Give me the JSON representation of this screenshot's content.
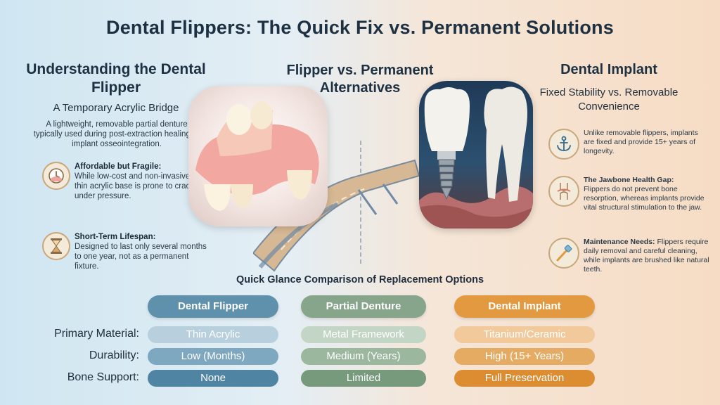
{
  "title": "Dental Flippers: The Quick Fix vs. Permanent Solutions",
  "left": {
    "heading": "Understanding the Dental Flipper",
    "subheading": "A Temporary Acrylic Bridge",
    "description": "A lightweight, removable partial denture typically used during post-extraction healing or implant osseointegration.",
    "features": [
      {
        "icon": "clock-icon",
        "title": "Affordable but Fragile:",
        "text": "While low-cost and non-invasive, the thin acrylic base is prone to cracking under pressure."
      },
      {
        "icon": "hourglass-icon",
        "title": "Short-Term Lifespan:",
        "text": "Designed to last only several months to one year, not as a permanent fixture."
      }
    ]
  },
  "center": {
    "heading": "Flipper vs. Permanent Alternatives"
  },
  "right": {
    "heading": "Dental Implant",
    "subheading": "Fixed Stability vs. Removable Convenience",
    "features": [
      {
        "icon": "anchor-icon",
        "title": "",
        "text": "Unlike removable flippers, implants are fixed and provide 15+ years of longevity."
      },
      {
        "icon": "bone-joint-icon",
        "title": "The Jawbone Health Gap:",
        "text": "Flippers do not prevent bone resorption, whereas implants provide vital structural stimulation to the jaw."
      },
      {
        "icon": "toothbrush-icon",
        "title": "Maintenance Needs:",
        "text": "Flippers require daily removal and careful cleaning, while implants are brushed like natural teeth."
      }
    ]
  },
  "comparison": {
    "title": "Quick Glance Comparison of Replacement Options",
    "columns": [
      {
        "label": "Dental Flipper",
        "color": "#5f91ac"
      },
      {
        "label": "Partial Denture",
        "color": "#86a58a"
      },
      {
        "label": "Dental Implant",
        "color": "#e2993f"
      }
    ],
    "rows": [
      {
        "label": "Primary Material:",
        "values": [
          "Thin Acrylic",
          "Metal Framework",
          "Titanium/Ceramic"
        ]
      },
      {
        "label": "Durability:",
        "values": [
          "Low (Months)",
          "Medium (Years)",
          "High (15+ Years)"
        ]
      },
      {
        "label": "Bone Support:",
        "values": [
          "None",
          "Limited",
          "Full Preservation"
        ]
      }
    ]
  }
}
